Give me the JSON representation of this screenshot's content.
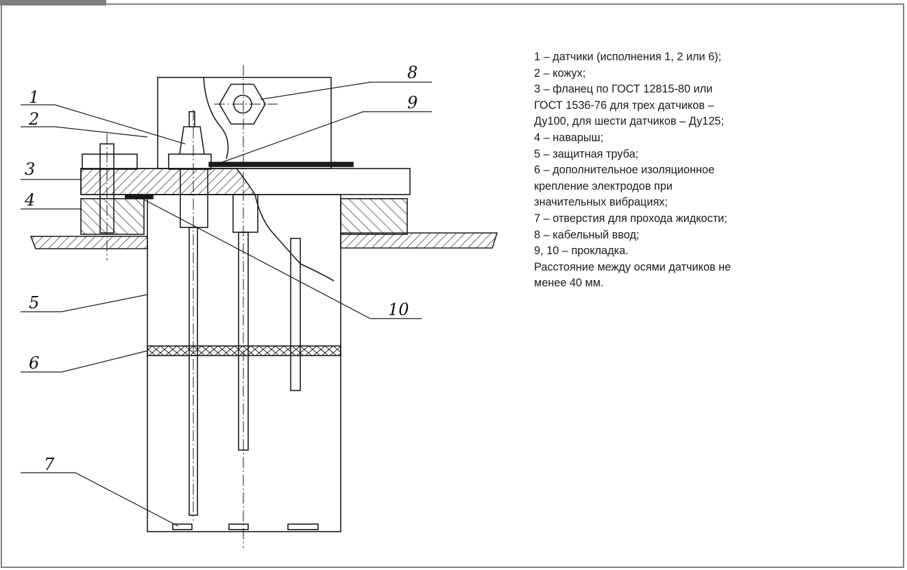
{
  "drawing": {
    "callouts": [
      "1",
      "2",
      "3",
      "4",
      "5",
      "6",
      "7",
      "8",
      "9",
      "10"
    ]
  },
  "legend": {
    "lines": [
      "1 – датчики (исполнения 1, 2 или 6);",
      "2 – кожух;",
      "3 – фланец по ГОСТ 12815-80 или",
      "ГОСТ 1536-76 для трех датчиков –",
      "Ду100, для шести датчиков – Ду125;",
      "4 – наварыш;",
      "5 – защитная труба;",
      "6 – дополнительное изоляционное",
      "крепление электродов при",
      "значительных вибрациях;",
      "7 – отверстия для прохода жидкости;",
      "8 – кабельный ввод;",
      "9, 10 – прокладка.",
      "Расстояние между осями датчиков не",
      "менее 40 мм."
    ]
  },
  "colors": {
    "line": "#1a1a1a",
    "frame": "#7f7f7f"
  }
}
